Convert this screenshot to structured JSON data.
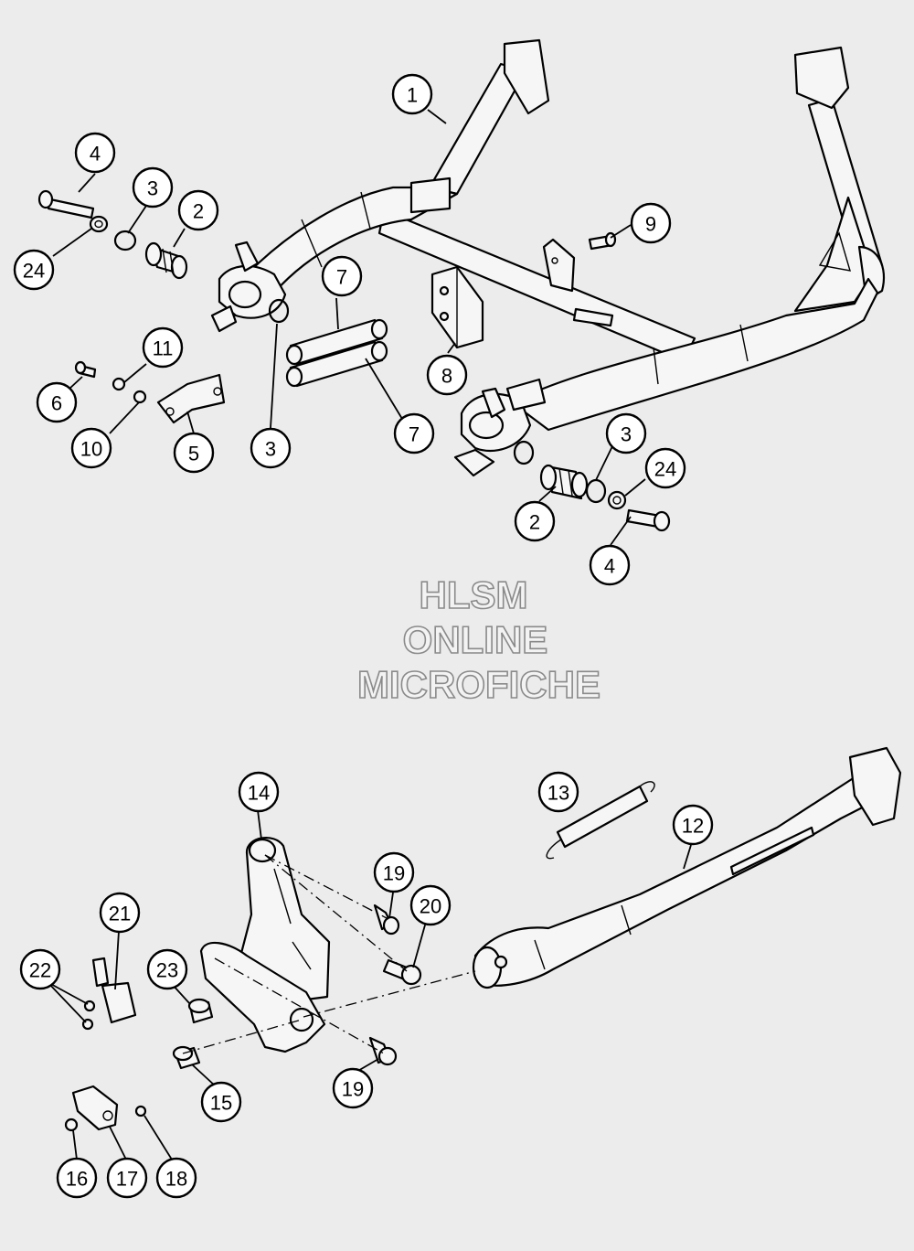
{
  "watermark": {
    "line1": "HLSM",
    "line2": "ONLINE",
    "line3": "MICROFICHE"
  },
  "callouts": [
    {
      "id": "c1",
      "label": "1"
    },
    {
      "id": "c4a",
      "label": "4"
    },
    {
      "id": "c3a",
      "label": "3"
    },
    {
      "id": "c2a",
      "label": "2"
    },
    {
      "id": "c24a",
      "label": "24"
    },
    {
      "id": "c9",
      "label": "9"
    },
    {
      "id": "c7a",
      "label": "7"
    },
    {
      "id": "c11",
      "label": "11"
    },
    {
      "id": "c6",
      "label": "6"
    },
    {
      "id": "c10",
      "label": "10"
    },
    {
      "id": "c5",
      "label": "5"
    },
    {
      "id": "c3b",
      "label": "3"
    },
    {
      "id": "c8",
      "label": "8"
    },
    {
      "id": "c7b",
      "label": "7"
    },
    {
      "id": "c3c",
      "label": "3"
    },
    {
      "id": "c24b",
      "label": "24"
    },
    {
      "id": "c2b",
      "label": "2"
    },
    {
      "id": "c4b",
      "label": "4"
    },
    {
      "id": "c14",
      "label": "14"
    },
    {
      "id": "c13",
      "label": "13"
    },
    {
      "id": "c12",
      "label": "12"
    },
    {
      "id": "c19a",
      "label": "19"
    },
    {
      "id": "c20",
      "label": "20"
    },
    {
      "id": "c21",
      "label": "21"
    },
    {
      "id": "c22",
      "label": "22"
    },
    {
      "id": "c23",
      "label": "23"
    },
    {
      "id": "c15",
      "label": "15"
    },
    {
      "id": "c19b",
      "label": "19"
    },
    {
      "id": "c16",
      "label": "16"
    },
    {
      "id": "c17",
      "label": "17"
    },
    {
      "id": "c18",
      "label": "18"
    }
  ]
}
